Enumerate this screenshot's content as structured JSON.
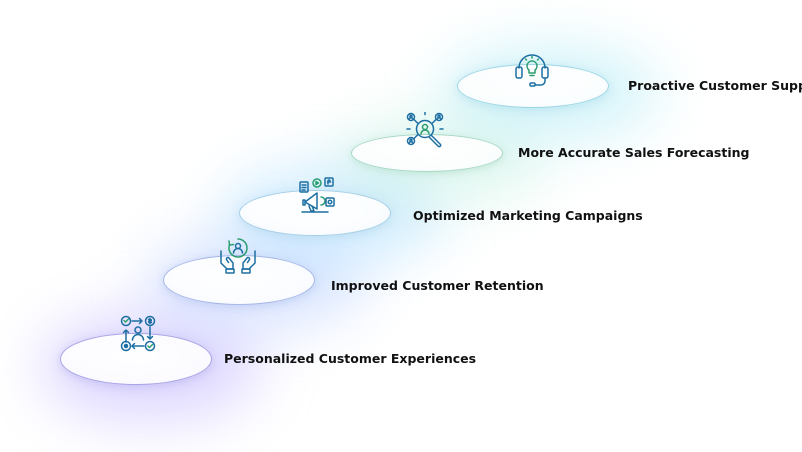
{
  "steps": [
    {
      "label": "Personalized Customer Experiences",
      "icon": "customer-journey-icon",
      "color": "#1d6fa3",
      "glow": "#b9a8ff",
      "ring": "#a9a5e6"
    },
    {
      "label": "Improved Customer Retention",
      "icon": "hands-user-icon",
      "color": "#1d6fa3",
      "glow": "#a9c4ff",
      "ring": "#a6b8e8"
    },
    {
      "label": "Optimized Marketing Campaigns",
      "icon": "marketing-megaphone-icon",
      "color": "#1d6fa3",
      "glow": "#9fd9ff",
      "ring": "#a6cfe6"
    },
    {
      "label": "More Accurate Sales Forecasting",
      "icon": "magnifier-users-icon",
      "color": "#1d6fa3",
      "glow": "#a8ead3",
      "ring": "#a8d8c2"
    },
    {
      "label": "Proactive Customer Support",
      "icon": "headset-bulb-icon",
      "color": "#1d6fa3",
      "glow": "#9fe6f5",
      "ring": "#9dd6e6"
    }
  ]
}
